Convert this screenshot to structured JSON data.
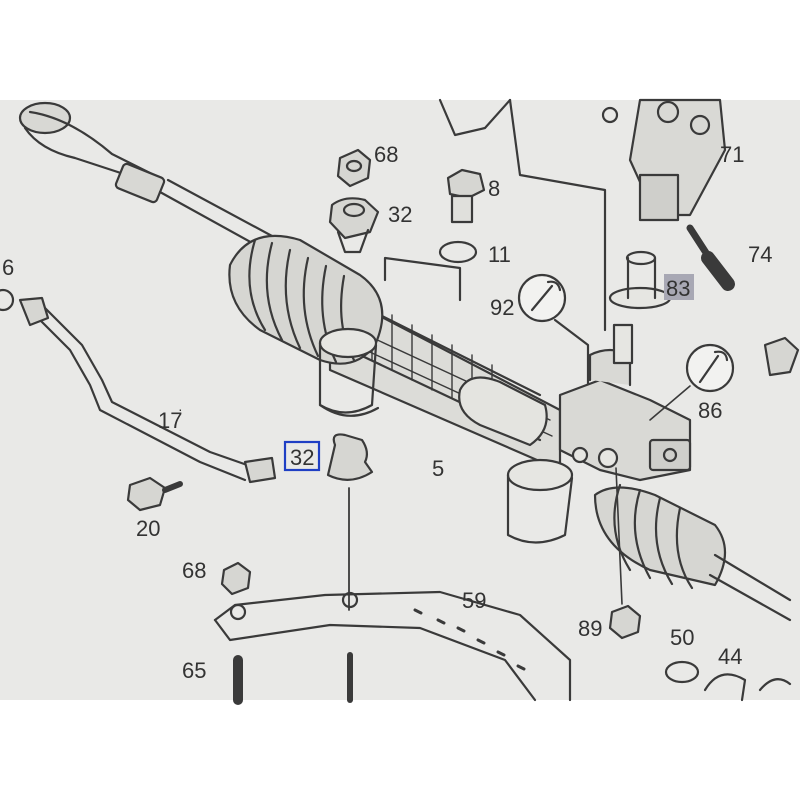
{
  "callouts": {
    "p68_top": "68",
    "p32_top": "32",
    "p8": "8",
    "p11": "11",
    "p71": "71",
    "p74": "74",
    "p83": "83",
    "p92": "92",
    "p86": "86",
    "p6": "6",
    "p17": "17",
    "p32_box": "32",
    "p5": "5",
    "p20": "20",
    "p68_bot": "68",
    "p59": "59",
    "p89": "89",
    "p50": "50",
    "p44": "44",
    "p65": "65"
  },
  "colors": {
    "paper": "#e9e9e7",
    "ink": "#3a3a3a",
    "highlight_box": "#1f3fc4",
    "label_shade": "#a8a8b4",
    "frame": "#ffffff"
  }
}
